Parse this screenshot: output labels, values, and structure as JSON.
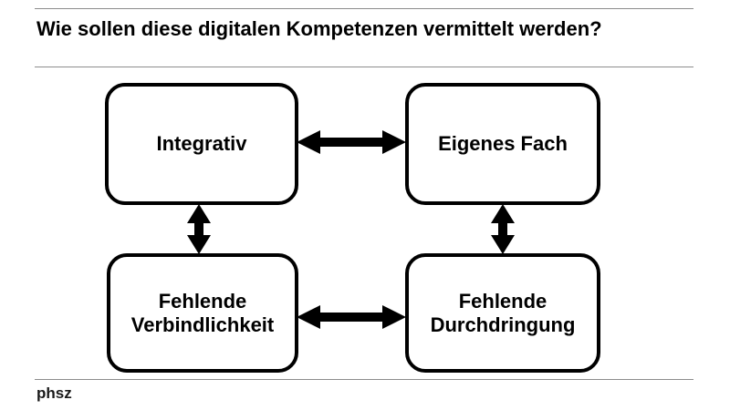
{
  "slide": {
    "title": "Wie sollen diese digitalen Kompetenzen vermittelt werden?",
    "footer": "phsz",
    "colors": {
      "background": "#ffffff",
      "ink": "#000000",
      "rule": "#8c8c8c"
    }
  },
  "diagram": {
    "type": "2x2-boxes-with-double-arrows",
    "boxes": [
      {
        "id": "integrativ",
        "label": "Integrativ",
        "row": 1,
        "col": 1
      },
      {
        "id": "eigenes-fach",
        "label": "Eigenes Fach",
        "row": 1,
        "col": 2
      },
      {
        "id": "verbindlichkeit",
        "label": "Fehlende\nVerbindlichkeit",
        "row": 2,
        "col": 1
      },
      {
        "id": "durchdringung",
        "label": "Fehlende\nDurchdringung",
        "row": 2,
        "col": 2
      }
    ],
    "connectors": [
      {
        "id": "top-horizontal",
        "from": "integrativ",
        "to": "eigenes-fach",
        "orientation": "horizontal",
        "heads": "both"
      },
      {
        "id": "bottom-horizontal",
        "from": "verbindlichkeit",
        "to": "durchdringung",
        "orientation": "horizontal",
        "heads": "both"
      },
      {
        "id": "left-vertical",
        "from": "integrativ",
        "to": "verbindlichkeit",
        "orientation": "vertical",
        "heads": "both"
      },
      {
        "id": "right-vertical",
        "from": "eigenes-fach",
        "to": "durchdringung",
        "orientation": "vertical",
        "heads": "both"
      }
    ]
  }
}
